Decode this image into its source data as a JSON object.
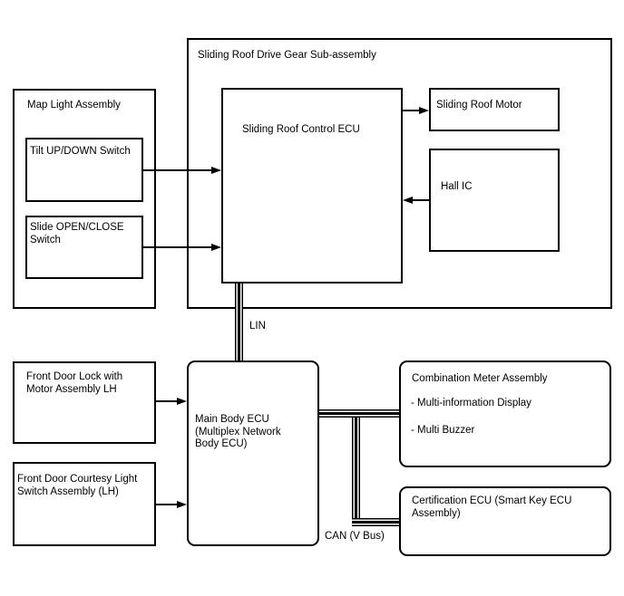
{
  "colors": {
    "background": "#ffffff",
    "line": "#000000",
    "text": "#000000"
  },
  "groups": {
    "drive_gear": {
      "title": "Sliding Roof Drive Gear Sub-assembly"
    },
    "map_light": {
      "title": "Map Light Assembly"
    }
  },
  "components": {
    "tilt_switch": {
      "label": "Tilt UP/DOWN Switch"
    },
    "slide_switch": {
      "label": "Slide OPEN/CLOSE\nSwitch"
    },
    "control_ecu": {
      "label": "Sliding Roof Control ECU"
    },
    "roof_motor": {
      "label": "Sliding Roof Motor"
    },
    "hall_ic": {
      "label": "Hall IC"
    },
    "front_door_lock": {
      "label": "Front Door Lock with\nMotor Assembly LH"
    },
    "front_door_courtesy": {
      "label": "Front Door Courtesy Light\nSwitch Assembly (LH)"
    },
    "main_body_ecu": {
      "label": "Main Body ECU\n(Multiplex Network\nBody ECU)"
    },
    "combination_meter": {
      "title": "Combination Meter Assembly",
      "items": [
        "- Multi-information Display",
        "- Multi Buzzer"
      ]
    },
    "certification_ecu": {
      "label": "Certification ECU (Smart Key ECU\nAssembly)"
    }
  },
  "connections": {
    "lin_label": "LIN",
    "can_label": "CAN (V Bus)"
  }
}
